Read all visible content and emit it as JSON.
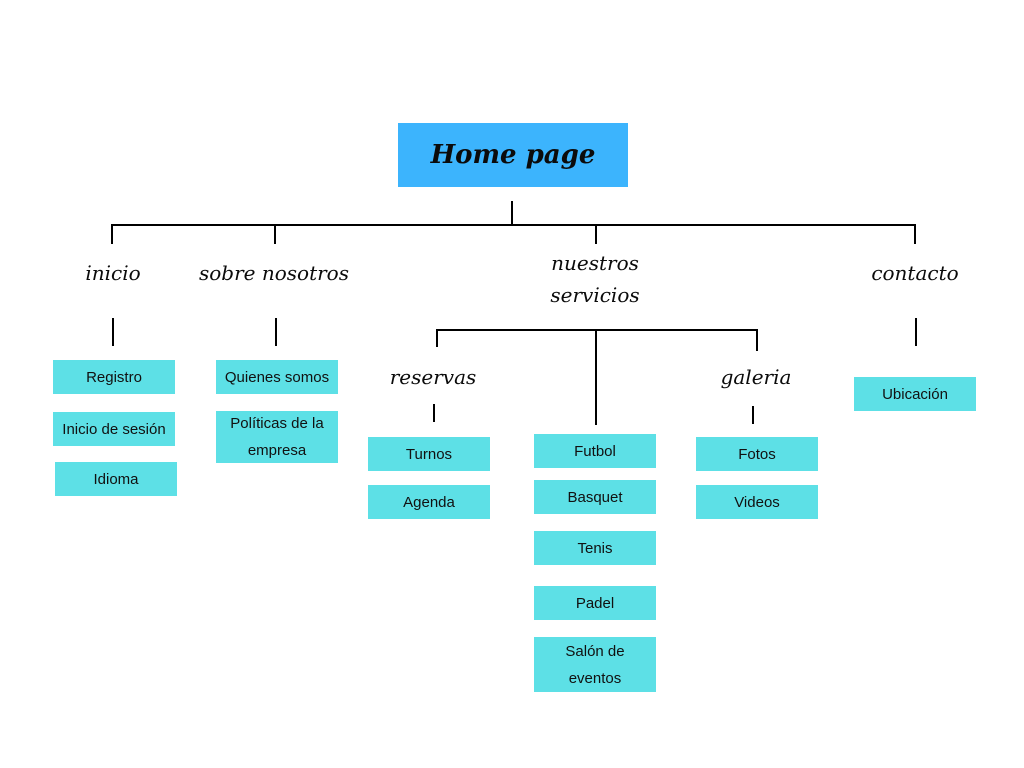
{
  "root": {
    "label": "Home page"
  },
  "sections": {
    "inicio": {
      "label": "inicio",
      "items": [
        "Registro",
        "Inicio de sesión",
        "Idioma"
      ]
    },
    "sobre": {
      "label": "sobre nosotros",
      "items": [
        "Quienes somos",
        "Políticas de la empresa"
      ]
    },
    "servicios": {
      "label": "nuestros servicios",
      "reservas": {
        "label": "reservas",
        "items": [
          "Turnos",
          "Agenda"
        ]
      },
      "deportes": {
        "items": [
          "Futbol",
          "Basquet",
          "Tenis",
          "Padel",
          "Salón de eventos"
        ]
      },
      "galeria": {
        "label": "galeria",
        "items": [
          "Fotos",
          "Videos"
        ]
      }
    },
    "contacto": {
      "label": "contacto",
      "items": [
        "Ubicación"
      ]
    }
  },
  "colors": {
    "root_box": "#3cb4fd",
    "leaf_box": "#5de0e6",
    "connector": "#000000"
  }
}
